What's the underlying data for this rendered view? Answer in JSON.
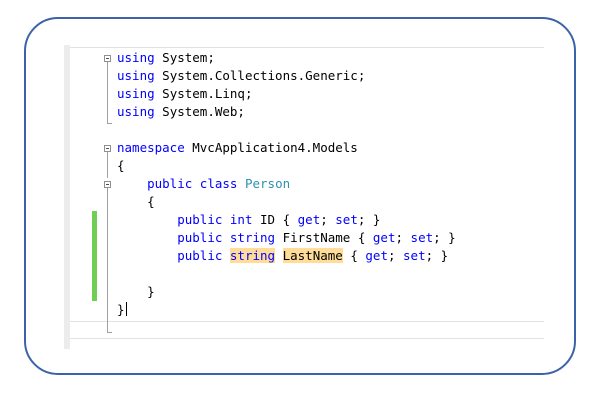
{
  "editor": {
    "lines": [
      {
        "indent": "",
        "parts": [
          {
            "t": "using",
            "c": "kw"
          },
          {
            "t": " System;",
            "c": ""
          }
        ]
      },
      {
        "indent": "",
        "parts": [
          {
            "t": "using",
            "c": "kw"
          },
          {
            "t": " System.Collections.Generic;",
            "c": ""
          }
        ]
      },
      {
        "indent": "",
        "parts": [
          {
            "t": "using",
            "c": "kw"
          },
          {
            "t": " System.Linq;",
            "c": ""
          }
        ]
      },
      {
        "indent": "",
        "parts": [
          {
            "t": "using",
            "c": "kw"
          },
          {
            "t": " System.Web;",
            "c": ""
          }
        ]
      },
      {
        "indent": "",
        "parts": []
      },
      {
        "indent": "",
        "parts": [
          {
            "t": "namespace",
            "c": "kw"
          },
          {
            "t": " MvcApplication4.Models",
            "c": ""
          }
        ]
      },
      {
        "indent": "",
        "parts": [
          {
            "t": "{",
            "c": ""
          }
        ]
      },
      {
        "indent": "    ",
        "parts": [
          {
            "t": "public",
            "c": "kw"
          },
          {
            "t": " ",
            "c": ""
          },
          {
            "t": "class",
            "c": "kw"
          },
          {
            "t": " ",
            "c": ""
          },
          {
            "t": "Person",
            "c": "ty"
          }
        ]
      },
      {
        "indent": "    ",
        "parts": [
          {
            "t": "{",
            "c": ""
          }
        ]
      },
      {
        "indent": "        ",
        "parts": [
          {
            "t": "public",
            "c": "kw"
          },
          {
            "t": " ",
            "c": ""
          },
          {
            "t": "int",
            "c": "kw"
          },
          {
            "t": " ID { ",
            "c": ""
          },
          {
            "t": "get",
            "c": "kw"
          },
          {
            "t": "; ",
            "c": ""
          },
          {
            "t": "set",
            "c": "kw"
          },
          {
            "t": "; }",
            "c": ""
          }
        ]
      },
      {
        "indent": "        ",
        "parts": [
          {
            "t": "public",
            "c": "kw"
          },
          {
            "t": " ",
            "c": ""
          },
          {
            "t": "string",
            "c": "kw"
          },
          {
            "t": " FirstName { ",
            "c": ""
          },
          {
            "t": "get",
            "c": "kw"
          },
          {
            "t": "; ",
            "c": ""
          },
          {
            "t": "set",
            "c": "kw"
          },
          {
            "t": "; }",
            "c": ""
          }
        ]
      },
      {
        "indent": "        ",
        "parts": [
          {
            "t": "public",
            "c": "kw"
          },
          {
            "t": " ",
            "c": ""
          },
          {
            "t": "string",
            "c": "kw hl"
          },
          {
            "t": " ",
            "c": ""
          },
          {
            "t": "LastName",
            "c": "hl"
          },
          {
            "t": " { ",
            "c": ""
          },
          {
            "t": "get",
            "c": "kw"
          },
          {
            "t": "; ",
            "c": ""
          },
          {
            "t": "set",
            "c": "kw"
          },
          {
            "t": "; }",
            "c": ""
          }
        ]
      },
      {
        "indent": "",
        "parts": []
      },
      {
        "indent": "    ",
        "parts": [
          {
            "t": "}",
            "c": ""
          }
        ]
      },
      {
        "indent": "",
        "parts": [
          {
            "t": "}",
            "c": ""
          }
        ],
        "caret": true
      }
    ]
  },
  "colors": {
    "frame_border": "#3c63a8",
    "keyword": "#0000ff",
    "type": "#2b91af",
    "highlight": "#ffdd99",
    "change_bar": "#6fcf55"
  },
  "icons": [
    "fold-collapse-icon",
    "text-caret"
  ]
}
